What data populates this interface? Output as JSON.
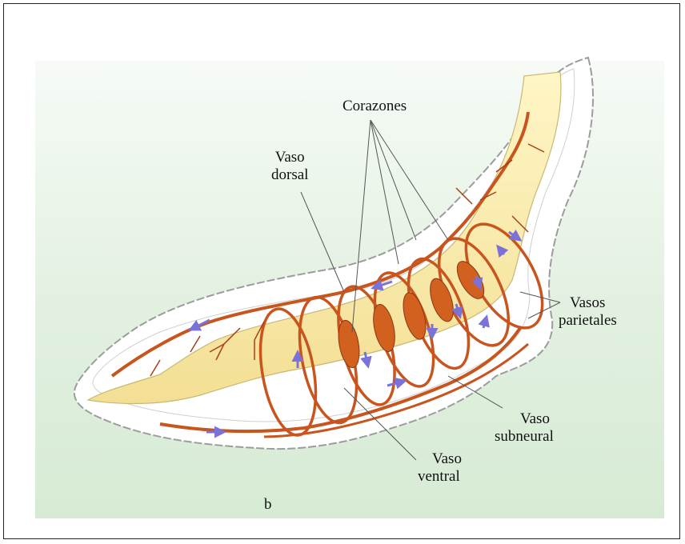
{
  "labels": {
    "corazones": "Corazones",
    "vaso_dorsal": [
      "Vaso",
      "dorsal"
    ],
    "vasos_parietales": [
      "Vasos",
      "parietales"
    ],
    "vaso_subneural": [
      "Vaso",
      "subneural"
    ],
    "vaso_ventral": [
      "Vaso",
      "ventral"
    ],
    "panel_letter": "b"
  },
  "colors": {
    "vessel": "#c8541e",
    "heart": "#d2611f",
    "gut": "#fbefb0",
    "body_wall": "#ffffff",
    "flow_arrow": "#7b72d8",
    "background": "#dcedda"
  }
}
